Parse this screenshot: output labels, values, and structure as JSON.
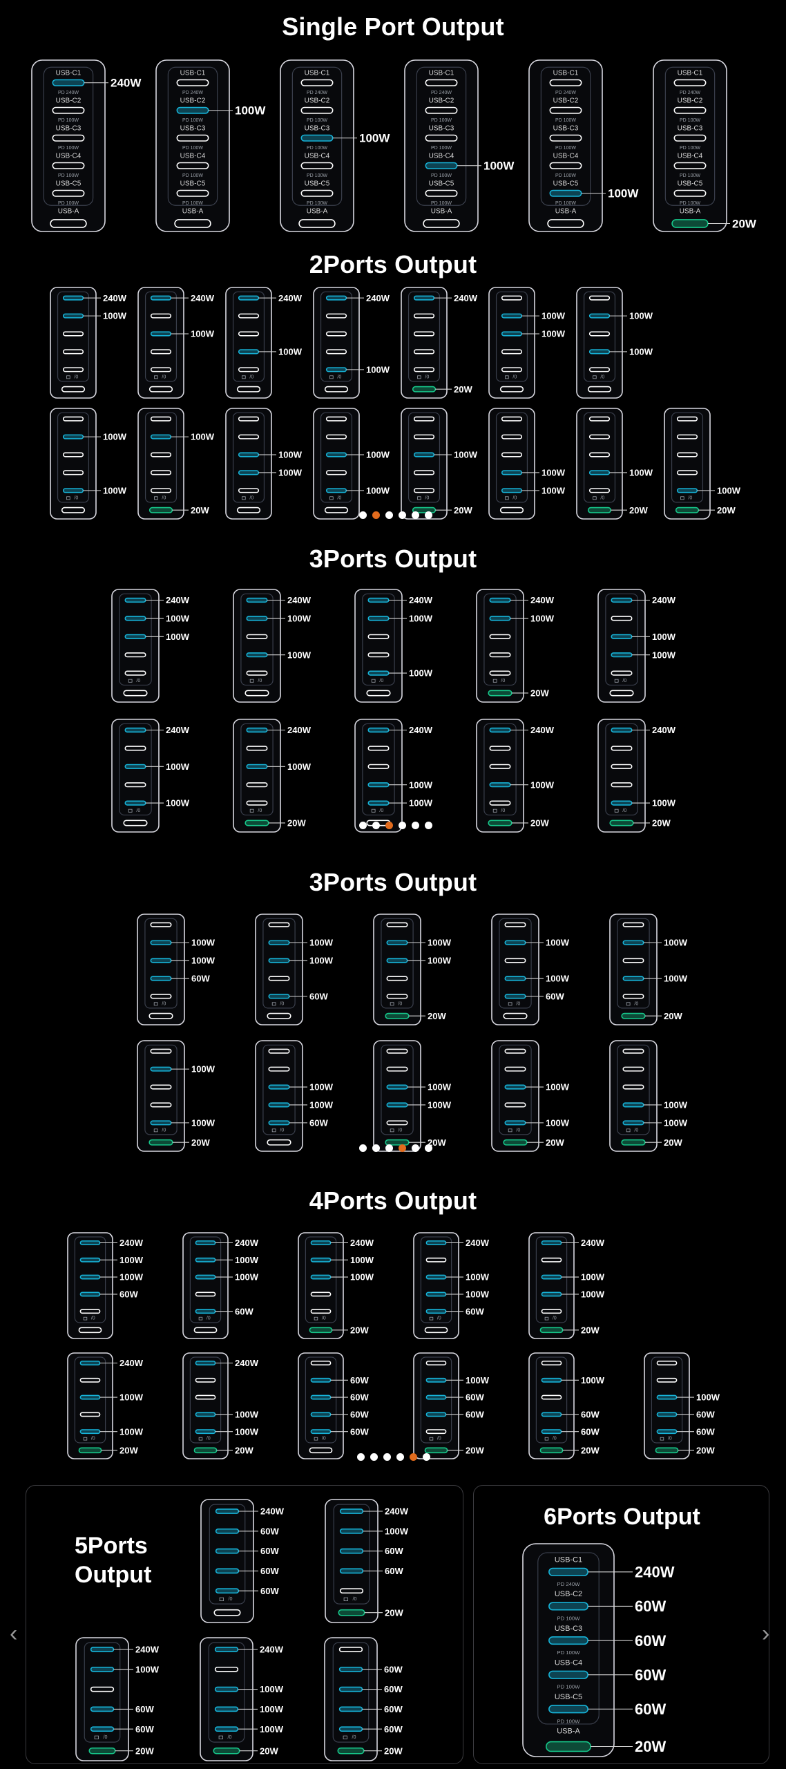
{
  "sections": {
    "single": {
      "title": "Single Port Output"
    },
    "two": {
      "title": "2Ports Output"
    },
    "three_a": {
      "title": "3Ports Output"
    },
    "three_b": {
      "title": "3Ports Output"
    },
    "four": {
      "title": "4Ports Output"
    },
    "five": {
      "title": "5Ports Output"
    },
    "six": {
      "title": "6Ports Output"
    }
  },
  "port_names": [
    "USB-C1",
    "USB-C2",
    "USB-C3",
    "USB-C4",
    "USB-C5",
    "USB-A"
  ],
  "port_subs": [
    "PD 240W",
    "PD 100W",
    "PD 100W",
    "PD 100W",
    "PD 100W",
    ""
  ],
  "colors": {
    "active_port": "#16b3d8",
    "active_port_usba": "#16c78a",
    "idle_port": "#ffffff",
    "body_stroke": "#d8d8e0",
    "dot_active": "#e26b1d"
  },
  "icons": {
    "nav_prev": "chevron-left-icon",
    "nav_next": "chevron-right-icon",
    "port_badge": "display-port-icon"
  },
  "nav": {
    "prev": "‹",
    "next": "›"
  },
  "single_port": [
    {
      "ports": [
        1,
        0,
        0,
        0,
        0,
        0
      ],
      "labels": [
        "240W"
      ]
    },
    {
      "ports": [
        0,
        1,
        0,
        0,
        0,
        0
      ],
      "labels": [
        "100W"
      ]
    },
    {
      "ports": [
        0,
        0,
        1,
        0,
        0,
        0
      ],
      "labels": [
        "100W"
      ]
    },
    {
      "ports": [
        0,
        0,
        0,
        1,
        0,
        0
      ],
      "labels": [
        "100W"
      ]
    },
    {
      "ports": [
        0,
        0,
        0,
        0,
        1,
        0
      ],
      "labels": [
        "100W"
      ]
    },
    {
      "ports": [
        0,
        0,
        0,
        0,
        0,
        1
      ],
      "labels": [
        "20W"
      ]
    }
  ],
  "two_ports": [
    [
      {
        "ports": [
          1,
          1,
          0,
          0,
          0,
          0
        ],
        "labels": [
          "240W",
          "100W"
        ]
      },
      {
        "ports": [
          1,
          0,
          1,
          0,
          0,
          0
        ],
        "labels": [
          "240W",
          "100W"
        ]
      },
      {
        "ports": [
          1,
          0,
          0,
          1,
          0,
          0
        ],
        "labels": [
          "240W",
          "100W"
        ]
      },
      {
        "ports": [
          1,
          0,
          0,
          0,
          1,
          0
        ],
        "labels": [
          "240W",
          "100W"
        ]
      },
      {
        "ports": [
          1,
          0,
          0,
          0,
          0,
          1
        ],
        "labels": [
          "240W",
          "20W"
        ]
      },
      {
        "ports": [
          0,
          1,
          1,
          0,
          0,
          0
        ],
        "labels": [
          "100W",
          "100W"
        ]
      },
      {
        "ports": [
          0,
          1,
          0,
          1,
          0,
          0
        ],
        "labels": [
          "100W",
          "100W"
        ]
      }
    ],
    [
      {
        "ports": [
          0,
          1,
          0,
          0,
          1,
          0
        ],
        "labels": [
          "100W",
          "100W"
        ]
      },
      {
        "ports": [
          0,
          1,
          0,
          0,
          0,
          1
        ],
        "labels": [
          "100W",
          "20W"
        ]
      },
      {
        "ports": [
          0,
          0,
          1,
          1,
          0,
          0
        ],
        "labels": [
          "100W",
          "100W"
        ]
      },
      {
        "ports": [
          0,
          0,
          1,
          0,
          1,
          0
        ],
        "labels": [
          "100W",
          "100W"
        ]
      },
      {
        "ports": [
          0,
          0,
          1,
          0,
          0,
          1
        ],
        "labels": [
          "100W",
          "20W"
        ]
      },
      {
        "ports": [
          0,
          0,
          0,
          1,
          1,
          0
        ],
        "labels": [
          "100W",
          "100W"
        ]
      },
      {
        "ports": [
          0,
          0,
          0,
          1,
          0,
          1
        ],
        "labels": [
          "100W",
          "20W"
        ]
      },
      {
        "ports": [
          0,
          0,
          0,
          0,
          1,
          1
        ],
        "labels": [
          "100W",
          "20W"
        ]
      }
    ]
  ],
  "three_ports_a": [
    [
      {
        "ports": [
          1,
          1,
          1,
          0,
          0,
          0
        ],
        "labels": [
          "240W",
          "100W",
          "100W"
        ]
      },
      {
        "ports": [
          1,
          1,
          0,
          1,
          0,
          0
        ],
        "labels": [
          "240W",
          "100W",
          "100W"
        ]
      },
      {
        "ports": [
          1,
          1,
          0,
          0,
          1,
          0
        ],
        "labels": [
          "240W",
          "100W",
          "100W"
        ]
      },
      {
        "ports": [
          1,
          1,
          0,
          0,
          0,
          1
        ],
        "labels": [
          "240W",
          "100W",
          "20W"
        ]
      },
      {
        "ports": [
          1,
          0,
          1,
          1,
          0,
          0
        ],
        "labels": [
          "240W",
          "100W",
          "100W"
        ]
      }
    ],
    [
      {
        "ports": [
          1,
          0,
          1,
          0,
          1,
          0
        ],
        "labels": [
          "240W",
          "100W",
          "100W"
        ]
      },
      {
        "ports": [
          1,
          0,
          1,
          0,
          0,
          1
        ],
        "labels": [
          "240W",
          "100W",
          "20W"
        ]
      },
      {
        "ports": [
          1,
          0,
          0,
          1,
          1,
          0
        ],
        "labels": [
          "240W",
          "100W",
          "100W"
        ]
      },
      {
        "ports": [
          1,
          0,
          0,
          1,
          0,
          1
        ],
        "labels": [
          "240W",
          "100W",
          "20W"
        ]
      },
      {
        "ports": [
          1,
          0,
          0,
          0,
          1,
          1
        ],
        "labels": [
          "240W",
          "100W",
          "20W"
        ]
      }
    ]
  ],
  "three_ports_b": [
    [
      {
        "ports": [
          0,
          1,
          1,
          1,
          0,
          0
        ],
        "labels": [
          "100W",
          "100W",
          "60W"
        ]
      },
      {
        "ports": [
          0,
          1,
          1,
          0,
          1,
          0
        ],
        "labels": [
          "100W",
          "100W",
          "60W"
        ]
      },
      {
        "ports": [
          0,
          1,
          1,
          0,
          0,
          1
        ],
        "labels": [
          "100W",
          "100W",
          "20W"
        ]
      },
      {
        "ports": [
          0,
          1,
          0,
          1,
          1,
          0
        ],
        "labels": [
          "100W",
          "100W",
          "60W"
        ]
      },
      {
        "ports": [
          0,
          1,
          0,
          1,
          0,
          1
        ],
        "labels": [
          "100W",
          "100W",
          "20W"
        ]
      }
    ],
    [
      {
        "ports": [
          0,
          1,
          0,
          0,
          1,
          1
        ],
        "labels": [
          "100W",
          "100W",
          "20W"
        ]
      },
      {
        "ports": [
          0,
          0,
          1,
          1,
          1,
          0
        ],
        "labels": [
          "100W",
          "100W",
          "60W"
        ]
      },
      {
        "ports": [
          0,
          0,
          1,
          1,
          0,
          1
        ],
        "labels": [
          "100W",
          "100W",
          "20W"
        ]
      },
      {
        "ports": [
          0,
          0,
          1,
          0,
          1,
          1
        ],
        "labels": [
          "100W",
          "100W",
          "20W"
        ]
      },
      {
        "ports": [
          0,
          0,
          0,
          1,
          1,
          1
        ],
        "labels": [
          "100W",
          "100W",
          "20W"
        ]
      }
    ]
  ],
  "four_ports": [
    [
      {
        "ports": [
          1,
          1,
          1,
          1,
          0,
          0
        ],
        "labels": [
          "240W",
          "100W",
          "100W",
          "60W"
        ]
      },
      {
        "ports": [
          1,
          1,
          1,
          0,
          1,
          0
        ],
        "labels": [
          "240W",
          "100W",
          "100W",
          "60W"
        ]
      },
      {
        "ports": [
          1,
          1,
          1,
          0,
          0,
          1
        ],
        "labels": [
          "240W",
          "100W",
          "100W",
          "20W"
        ]
      },
      {
        "ports": [
          1,
          0,
          1,
          1,
          1,
          0
        ],
        "labels": [
          "240W",
          "100W",
          "100W",
          "60W"
        ]
      },
      {
        "ports": [
          1,
          0,
          1,
          1,
          0,
          1
        ],
        "labels": [
          "240W",
          "100W",
          "100W",
          "20W"
        ]
      }
    ],
    [
      {
        "ports": [
          1,
          0,
          1,
          0,
          1,
          1
        ],
        "labels": [
          "240W",
          "100W",
          "100W",
          "20W"
        ]
      },
      {
        "ports": [
          1,
          0,
          0,
          1,
          1,
          1
        ],
        "labels": [
          "240W",
          "100W",
          "100W",
          "20W"
        ]
      },
      {
        "ports": [
          0,
          1,
          1,
          1,
          1,
          0
        ],
        "labels": [
          "60W",
          "60W",
          "60W",
          "60W"
        ]
      },
      {
        "ports": [
          0,
          1,
          1,
          1,
          0,
          1
        ],
        "labels": [
          "100W",
          "60W",
          "60W",
          "20W"
        ]
      },
      {
        "ports": [
          0,
          1,
          0,
          1,
          1,
          1
        ],
        "labels": [
          "100W",
          "60W",
          "60W",
          "20W"
        ]
      },
      {
        "ports": [
          0,
          0,
          1,
          1,
          1,
          1
        ],
        "labels": [
          "100W",
          "60W",
          "60W",
          "20W"
        ]
      }
    ]
  ],
  "five_ports": [
    [
      {
        "ports": [
          1,
          1,
          1,
          1,
          1,
          0
        ],
        "labels": [
          "240W",
          "60W",
          "60W",
          "60W",
          "60W"
        ]
      },
      {
        "ports": [
          1,
          1,
          1,
          1,
          0,
          1
        ],
        "labels": [
          "240W",
          "100W",
          "60W",
          "60W",
          "20W"
        ]
      }
    ],
    [
      {
        "ports": [
          1,
          1,
          0,
          1,
          1,
          1
        ],
        "labels": [
          "240W",
          "100W",
          "60W",
          "60W",
          "20W"
        ]
      },
      {
        "ports": [
          1,
          0,
          1,
          1,
          1,
          1
        ],
        "labels": [
          "240W",
          "100W",
          "100W",
          "100W",
          "20W"
        ]
      },
      {
        "ports": [
          0,
          1,
          1,
          1,
          1,
          1
        ],
        "labels": [
          "60W",
          "60W",
          "60W",
          "60W",
          "20W"
        ]
      }
    ]
  ],
  "six_ports": {
    "ports": [
      1,
      1,
      1,
      1,
      1,
      1
    ],
    "labels": [
      "240W",
      "60W",
      "60W",
      "60W",
      "60W",
      "20W"
    ]
  },
  "pagers": {
    "two": 1,
    "three_a": 2,
    "three_b": 3,
    "four": 4
  }
}
